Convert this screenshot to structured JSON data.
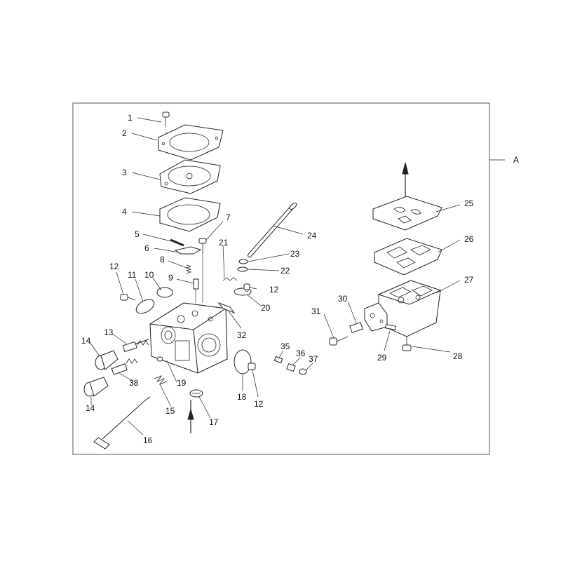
{
  "frame_label": "A",
  "callouts": {
    "c1": "1",
    "c2": "2",
    "c3": "3",
    "c4": "4",
    "c5": "5",
    "c6": "6",
    "c7": "7",
    "c8": "8",
    "c9": "9",
    "c10": "10",
    "c11": "11",
    "c12a": "12",
    "c12b": "12",
    "c12c": "12",
    "c13": "13",
    "c14a": "14",
    "c14b": "14",
    "c15": "15",
    "c16": "16",
    "c17": "17",
    "c18": "18",
    "c19": "19",
    "c20": "20",
    "c21": "21",
    "c22": "22",
    "c23": "23",
    "c24": "24",
    "c25": "25",
    "c26": "26",
    "c27": "27",
    "c28": "28",
    "c29": "29",
    "c30": "30",
    "c31": "31",
    "c32": "32",
    "c35": "35",
    "c36": "36",
    "c37": "37",
    "c38": "38"
  }
}
